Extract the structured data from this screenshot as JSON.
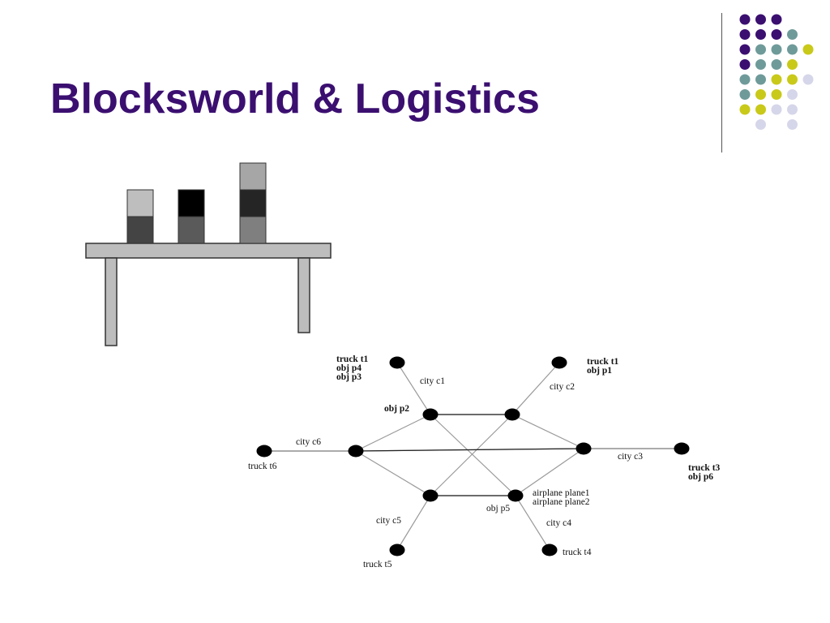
{
  "title": "Blocksworld & Logistics",
  "palette": {
    "title_color": "#3b0f70",
    "dot_purple": "#3b0f70",
    "dot_teal": "#6f9a9a",
    "dot_yellow": "#c9c91a",
    "dot_lavender": "#d6d6ea",
    "table_fill": "#bdbdbd",
    "table_stroke": "#333333",
    "node_color": "#000000",
    "edge_color": "#9a9a9a"
  },
  "decoration": {
    "dot_grid": [
      [
        "dot_purple",
        "dot_purple",
        "dot_purple",
        null,
        null
      ],
      [
        "dot_purple",
        "dot_purple",
        "dot_purple",
        "dot_teal",
        null
      ],
      [
        "dot_purple",
        "dot_teal",
        "dot_teal",
        "dot_teal",
        "dot_yellow"
      ],
      [
        "dot_purple",
        "dot_teal",
        "dot_teal",
        "dot_yellow",
        null
      ],
      [
        "dot_teal",
        "dot_teal",
        "dot_yellow",
        "dot_yellow",
        "dot_lavender"
      ],
      [
        "dot_teal",
        "dot_yellow",
        "dot_yellow",
        "dot_lavender",
        null
      ],
      [
        "dot_yellow",
        "dot_yellow",
        "dot_lavender",
        "dot_lavender",
        null
      ],
      [
        null,
        "dot_lavender",
        null,
        "dot_lavender",
        null
      ]
    ]
  },
  "blocksworld": {
    "stacks": [
      [
        "#444444",
        "#bebebe"
      ],
      [
        "#5a5a5a",
        "#000000"
      ],
      [
        "#7f7f7f",
        "#252525",
        "#a6a6a6"
      ]
    ]
  },
  "logistics": {
    "labels": {
      "c1": [
        "city c1"
      ],
      "t1_c1": [
        "truck t1",
        "obj p4",
        "obj p3"
      ],
      "p2": [
        "obj p2"
      ],
      "c2": [
        "city c2"
      ],
      "t1_c2": [
        "truck t1",
        "obj p1"
      ],
      "c6": [
        "city c6"
      ],
      "t6": [
        "truck t6"
      ],
      "c3": [
        "city c3"
      ],
      "t3": [
        "truck t3",
        "obj p6"
      ],
      "c5": [
        "city c5"
      ],
      "t5": [
        "truck t5"
      ],
      "p5": [
        "obj p5"
      ],
      "planes": [
        "airplane plane1",
        "airplane plane2"
      ],
      "c4": [
        "city c4"
      ],
      "t4": [
        "truck t4"
      ]
    }
  }
}
